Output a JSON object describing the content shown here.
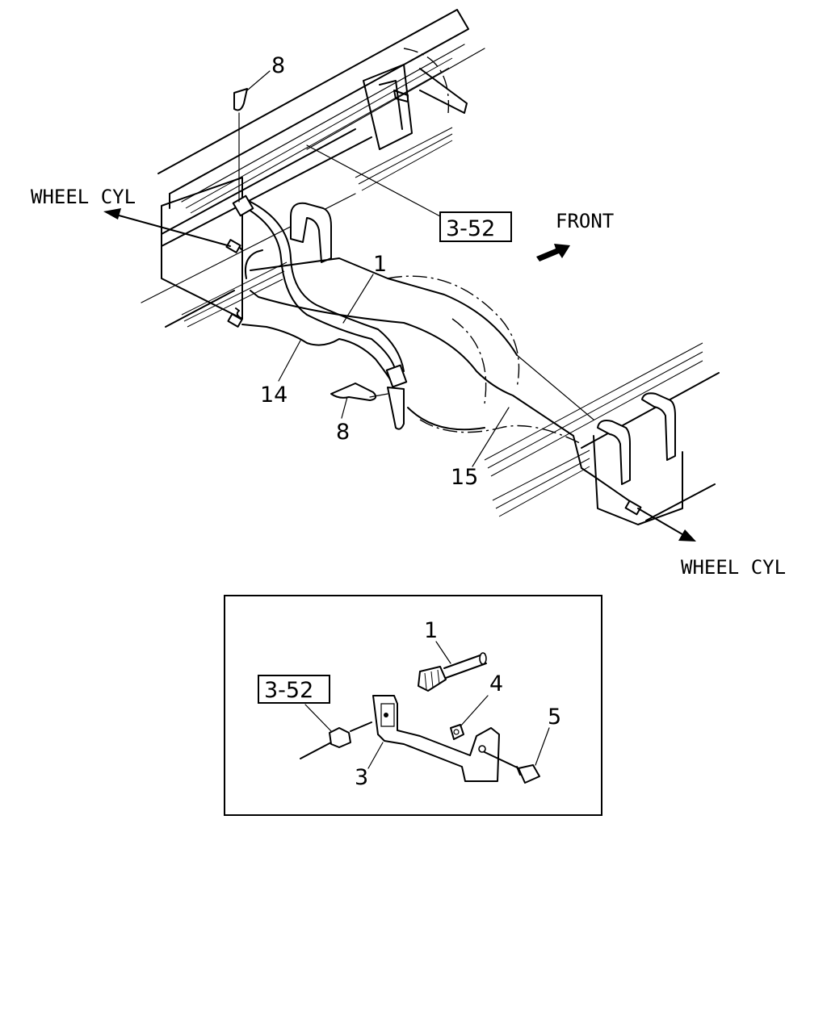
{
  "labels": {
    "wheel_cyl_left": "WHEEL CYL",
    "wheel_cyl_right": "WHEEL CYL",
    "front": "FRONT",
    "ref_main": "3-52",
    "ref_detail": "3-52"
  },
  "callouts": {
    "part_8_top": "8",
    "part_1_main": "1",
    "part_14": "14",
    "part_8_clip": "8",
    "part_15": "15",
    "part_1_detail": "1",
    "part_4": "4",
    "part_5": "5",
    "part_3": "3"
  }
}
